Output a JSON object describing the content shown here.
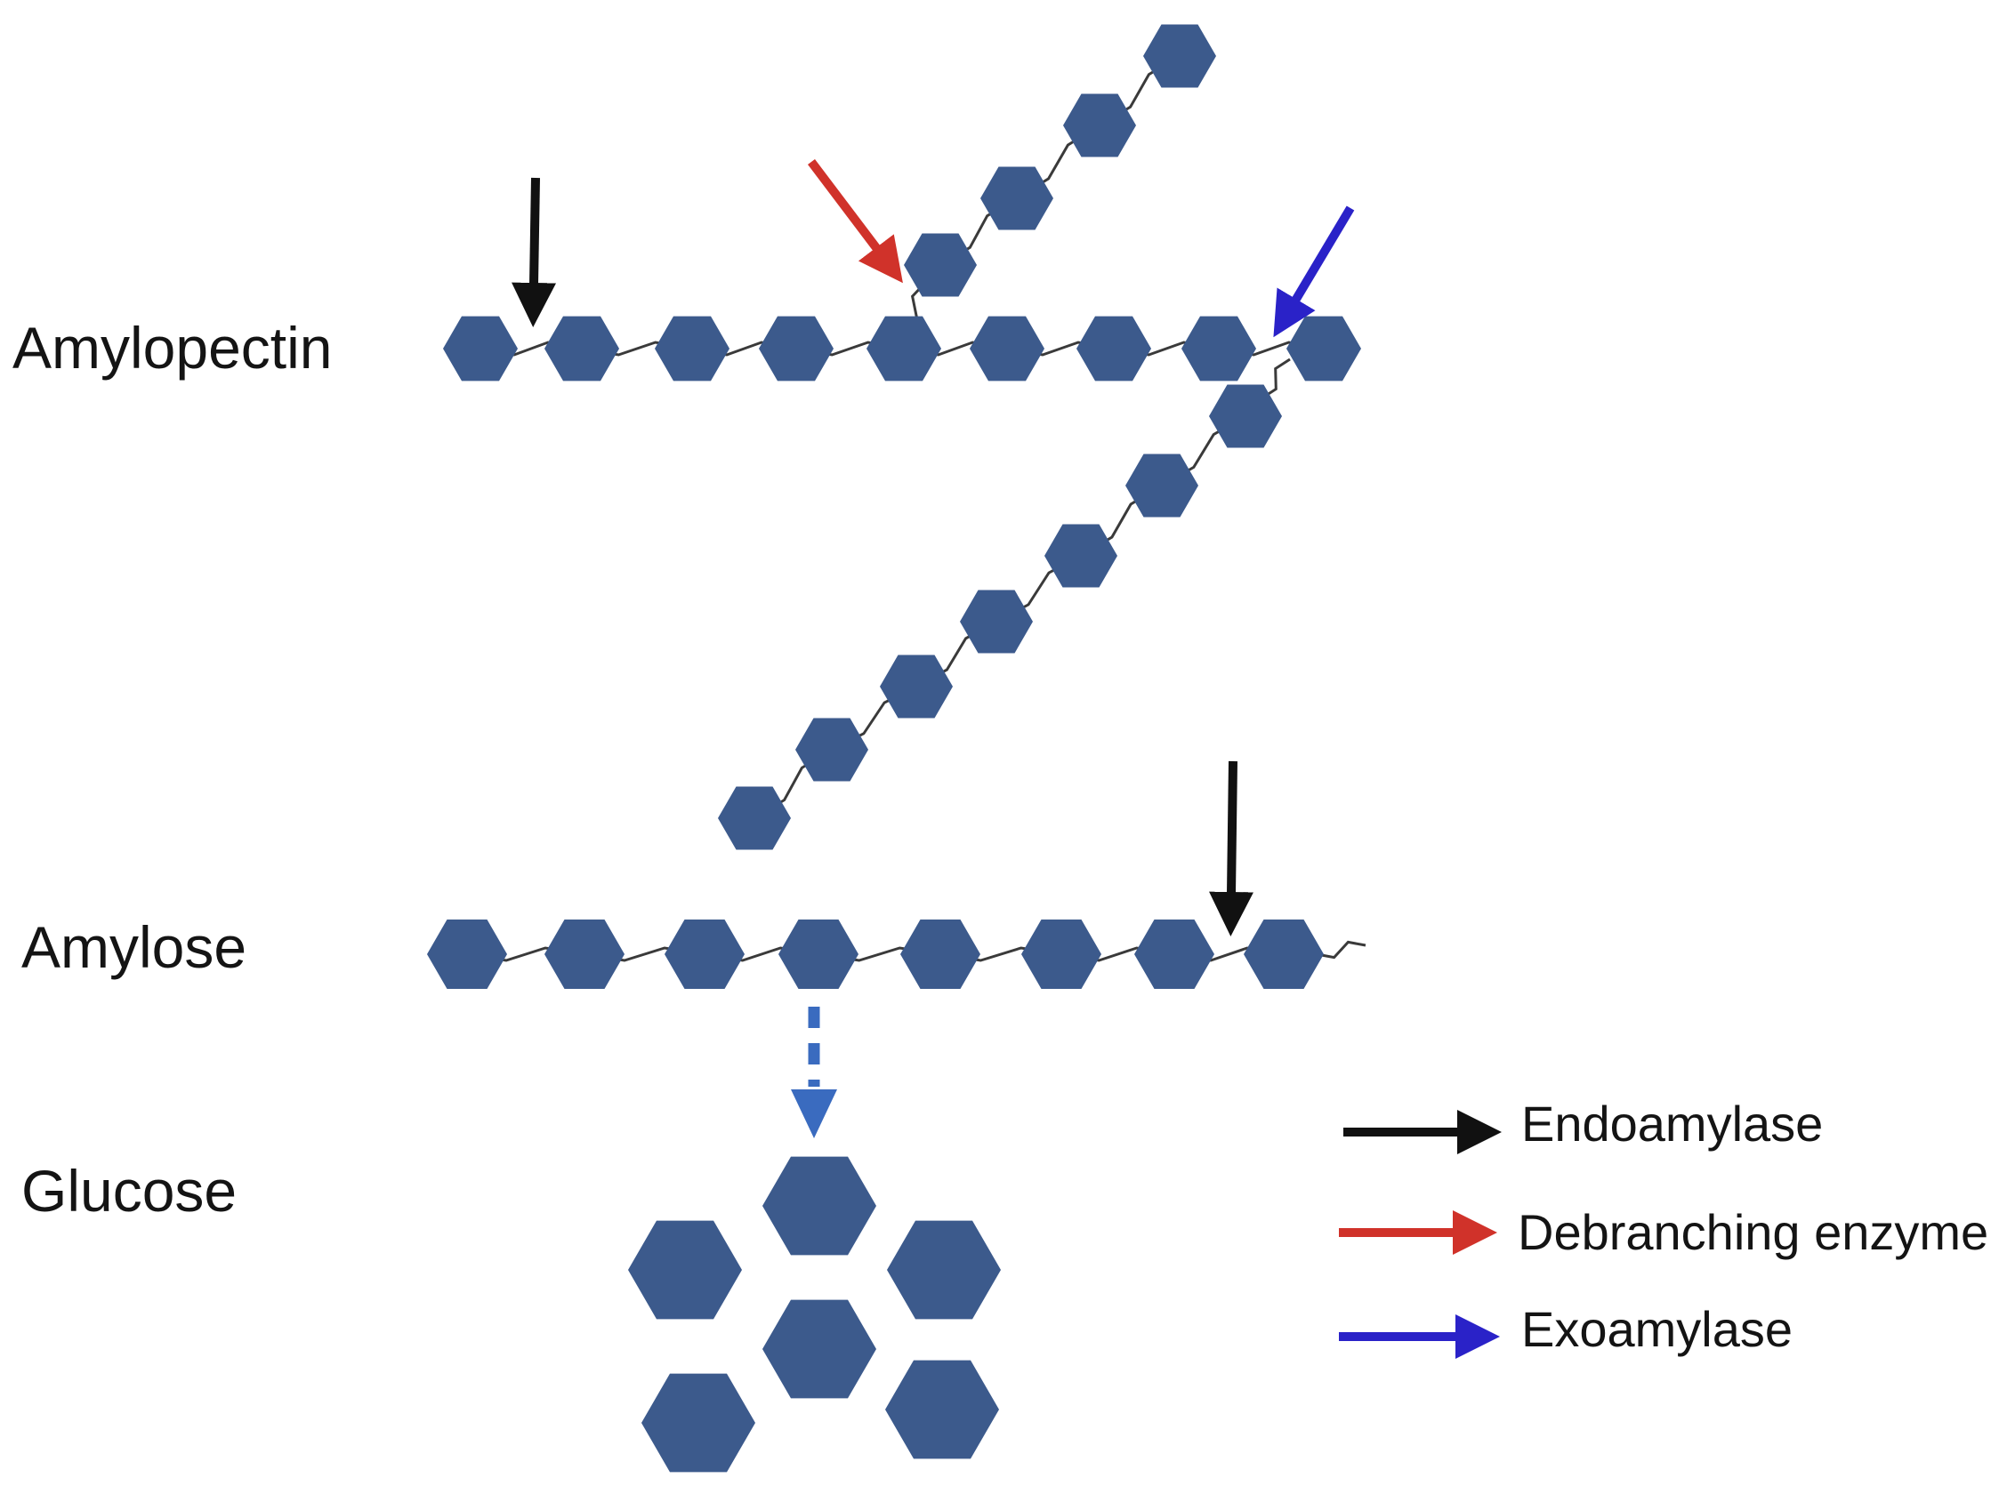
{
  "labels": {
    "amylopectin": "Amylopectin",
    "amylose": "Amylose",
    "glucose": "Glucose"
  },
  "legend": [
    {
      "key": "endo",
      "label": "Endoamylase",
      "color": "#111111"
    },
    {
      "key": "debranch",
      "label": "Debranching enzyme",
      "color": "#d0322a"
    },
    {
      "key": "exo",
      "label": "Exoamylase",
      "color": "#2a22c8"
    }
  ],
  "colors": {
    "glucose_unit": "#3c5a8c",
    "bond": "#3a3a3a",
    "glucose_release_arrow": "#3a6bbf"
  }
}
